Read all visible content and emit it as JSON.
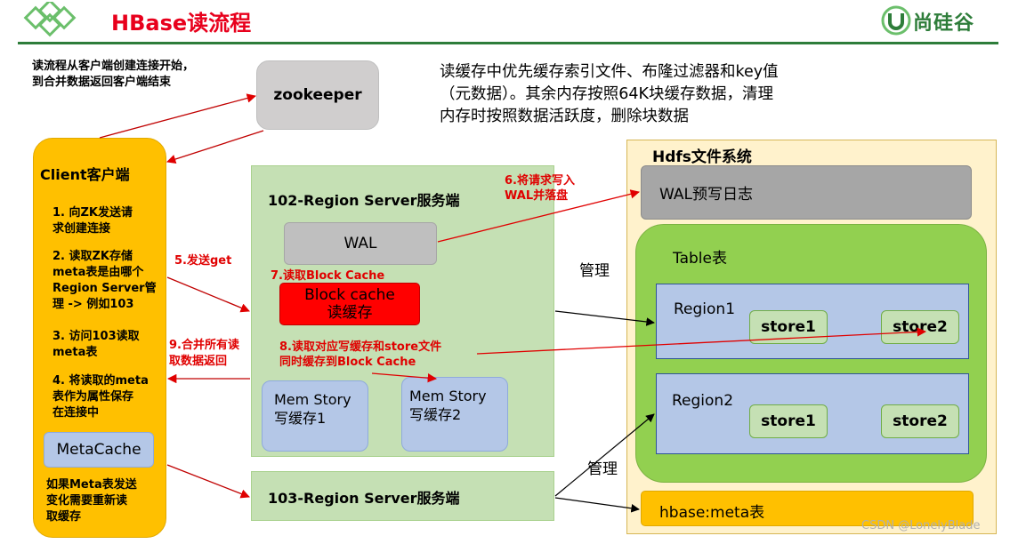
{
  "header": {
    "title": "HBase读流程",
    "brand": "尚硅谷",
    "colors": {
      "title": "#e8001c",
      "rule": "#2e7d3a",
      "logo_outline": "#6bbf6b",
      "logo_fill": "#2e7d3a"
    }
  },
  "notes": {
    "top_left": [
      "读流程从客户端创建连接开始，",
      "到合并数据返回客户端结束"
    ],
    "top_right": [
      "读缓存中优先缓存索引文件、布隆过滤器和key值",
      "（元数据）。其余内存按照64K块缓存数据，清理",
      "内存时按照数据活跃度，删除块数据"
    ]
  },
  "zookeeper": {
    "label": "zookeeper"
  },
  "client": {
    "title": "Client客户端",
    "steps": [
      [
        "1. 向ZK发送请",
        "求创建连接"
      ],
      [
        "2. 读取ZK存储",
        "meta表是由哪个",
        "Region Server管",
        "理 -> 例如103"
      ],
      [
        "3. 访问103读取",
        "meta表"
      ],
      [
        "4. 将读取的meta",
        "表作为属性保存",
        "在连接中"
      ]
    ],
    "metacache": "MetaCache",
    "footer": [
      "如果Meta表发送",
      "变化需要重新读",
      "取缓存"
    ]
  },
  "rs102": {
    "title": "102-Region Server服务端",
    "wal": "WAL",
    "block_cache": [
      "Block cache",
      "读缓存"
    ],
    "memstore1": [
      "Mem Story",
      "写缓存1"
    ],
    "memstore2": [
      "Mem Story",
      "写缓存2"
    ]
  },
  "rs103": {
    "title": "103-Region Server服务端"
  },
  "annotations": {
    "send_get": "5.发送get",
    "write_wal": [
      "6.将请求写入",
      "WAL并落盘"
    ],
    "read_block_cache": "7.读取Block Cache",
    "read_stores": [
      "8.读取对应写缓存和store文件",
      "同时缓存到Block Cache"
    ],
    "merge_return": [
      "9.合并所有读",
      "取数据返回"
    ],
    "manage1": "管理",
    "manage2": "管理"
  },
  "hdfs": {
    "title": "Hdfs文件系统",
    "wal_log": "WAL预写日志",
    "table": "Table表",
    "region1": {
      "label": "Region1",
      "store1": "store1",
      "store2": "store2"
    },
    "region2": {
      "label": "Region2",
      "store1": "store1",
      "store2": "store2"
    },
    "meta": "hbase:meta表"
  },
  "watermark": "CSDN @LonelyBlade",
  "colors": {
    "client_bg": "#ffc000",
    "server_bg": "#c5e0b4",
    "hdfs_bg": "#fff2cc",
    "table_bg": "#92d050",
    "region_bg": "#b4c7e7",
    "store_bg": "#c5e0b4",
    "gray_box": "#bfbfbf",
    "wal_log_bg": "#a6a6a6",
    "block_cache_bg": "#ff0000",
    "annotation_red": "#e00000",
    "meta_bg": "#ffc000"
  }
}
